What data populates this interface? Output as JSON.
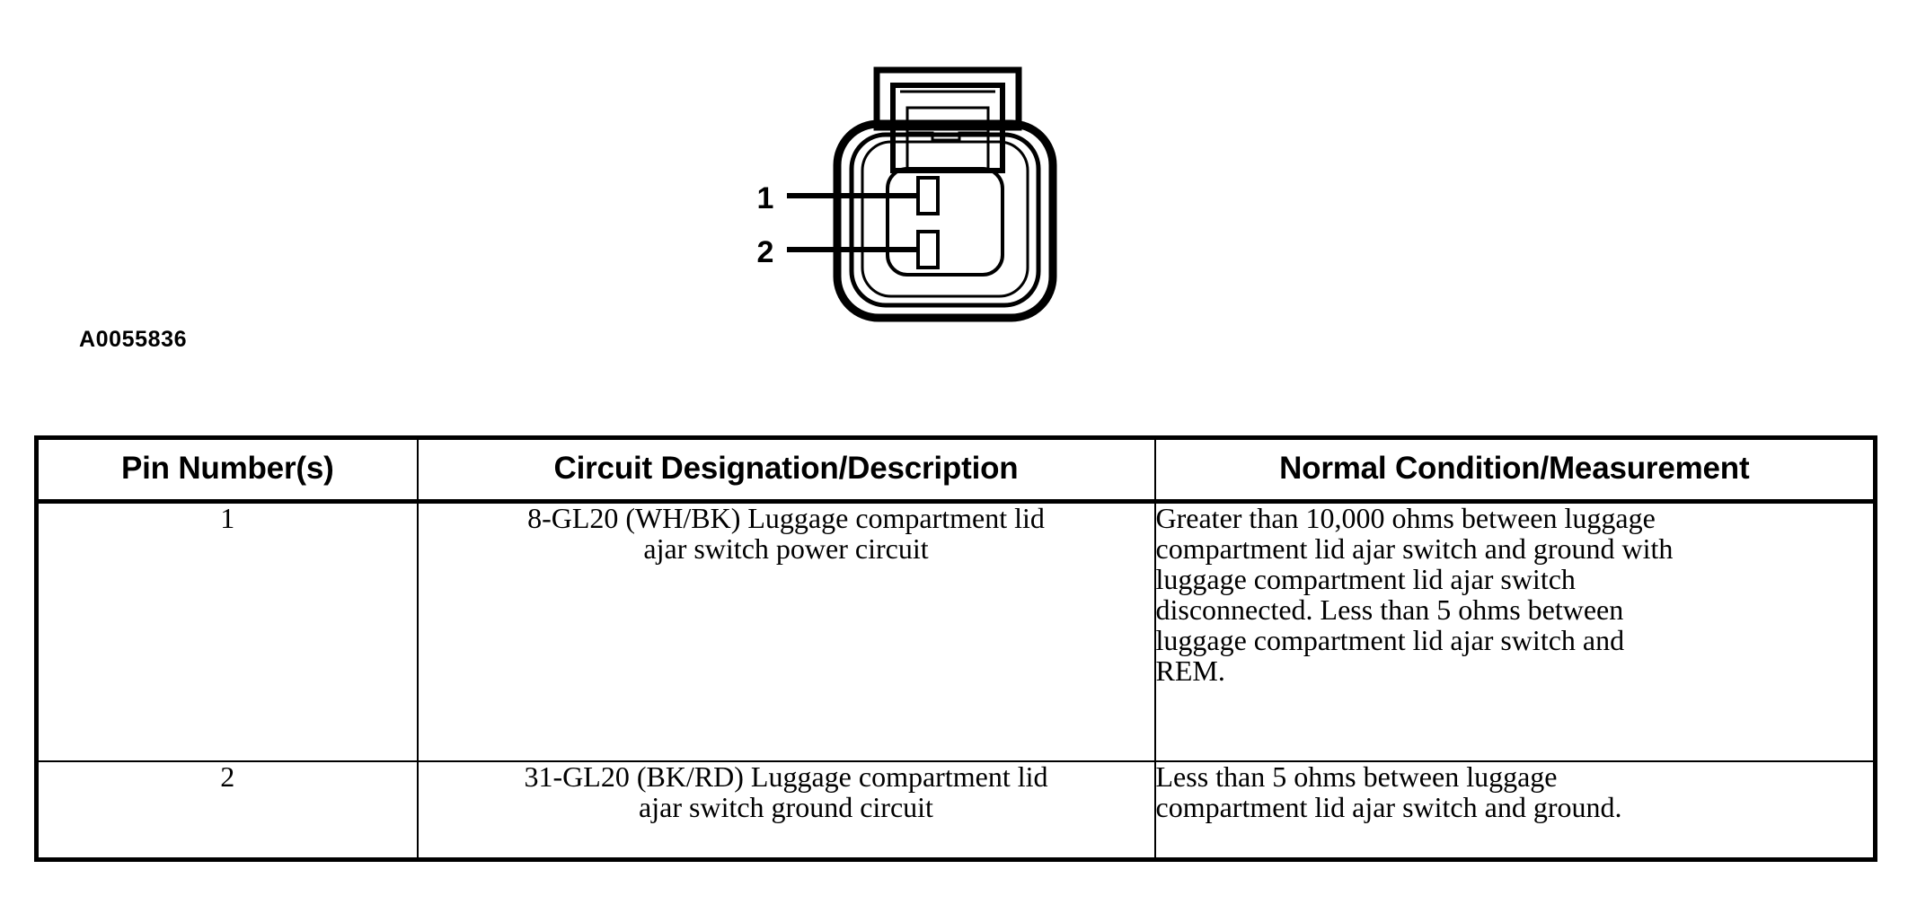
{
  "figure": {
    "code": "A0055836",
    "connector": {
      "name": "two-cavity-electrical-connector",
      "cavity_count": 2,
      "pin_labels": [
        "1",
        "2"
      ],
      "line_color": "#000000",
      "fill_color": "#ffffff"
    }
  },
  "table": {
    "headers": [
      "Pin Number(s)",
      "Circuit Designation/Description",
      "Normal Condition/Measurement"
    ],
    "rows": [
      {
        "pin": "1",
        "description_lines": [
          "8-GL20 (WH/BK) Luggage compartment lid",
          "ajar switch power circuit"
        ],
        "measurement_lines": [
          "Greater than 10,000 ohms between luggage",
          "compartment lid ajar switch and ground with",
          "luggage compartment lid ajar switch",
          "disconnected. Less than 5 ohms between",
          "luggage compartment lid ajar switch and",
          "REM."
        ]
      },
      {
        "pin": "2",
        "description_lines": [
          "31-GL20 (BK/RD) Luggage compartment lid",
          "ajar switch ground circuit"
        ],
        "measurement_lines": [
          "Less than 5 ohms between luggage",
          "compartment lid ajar switch and ground."
        ]
      }
    ]
  }
}
